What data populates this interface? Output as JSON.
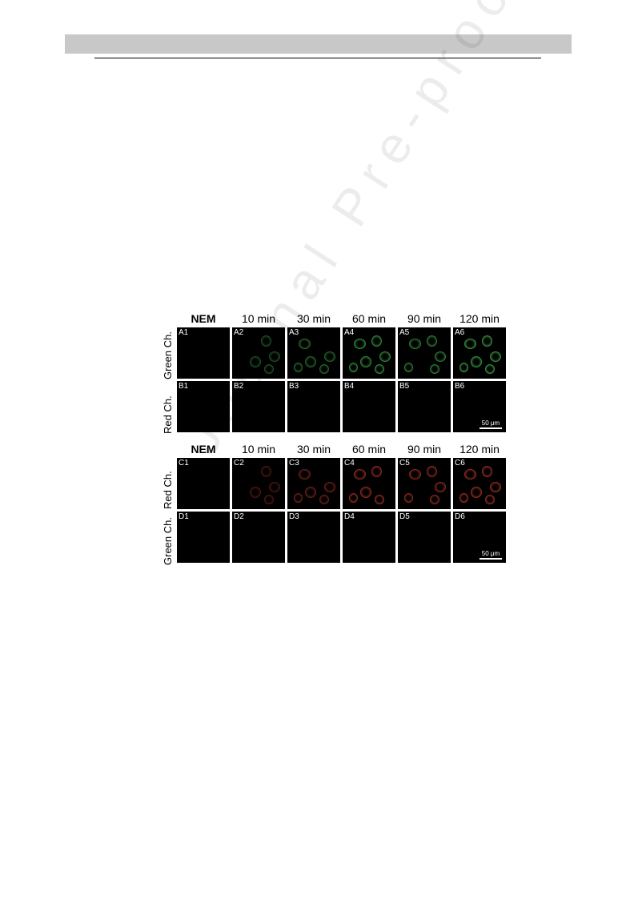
{
  "figure": {
    "columns": [
      "NEM",
      "10 min",
      "30 min",
      "60 min",
      "90 min",
      "120 min"
    ],
    "block1": {
      "row_labels": [
        "Green Ch.",
        "Red Ch."
      ],
      "rows": [
        {
          "panels": [
            "A1",
            "A2",
            "A3",
            "A4",
            "A5",
            "A6"
          ],
          "channel": "green",
          "intensity": [
            0.0,
            0.35,
            0.55,
            0.85,
            0.75,
            0.95
          ]
        },
        {
          "panels": [
            "B1",
            "B2",
            "B3",
            "B4",
            "B5",
            "B6"
          ],
          "channel": "none",
          "intensity": [
            0,
            0,
            0,
            0,
            0,
            0
          ]
        }
      ],
      "scale_bar": "50 μm"
    },
    "block2": {
      "row_labels": [
        "Red Ch.",
        "Green Ch."
      ],
      "rows": [
        {
          "panels": [
            "C1",
            "C2",
            "C3",
            "C4",
            "C5",
            "C6"
          ],
          "channel": "red",
          "intensity": [
            0.0,
            0.25,
            0.5,
            0.8,
            0.75,
            0.85
          ]
        },
        {
          "panels": [
            "D1",
            "D2",
            "D3",
            "D4",
            "D5",
            "D6"
          ],
          "channel": "none",
          "intensity": [
            0,
            0,
            0,
            0,
            0,
            0
          ]
        }
      ],
      "scale_bar": "50 μm"
    },
    "colors": {
      "green": "#3fae4a",
      "red": "#c0392b",
      "panel_bg": "#000000",
      "label_text": "#ffffff"
    }
  },
  "watermark": {
    "text": "Journal Pre-proof"
  }
}
